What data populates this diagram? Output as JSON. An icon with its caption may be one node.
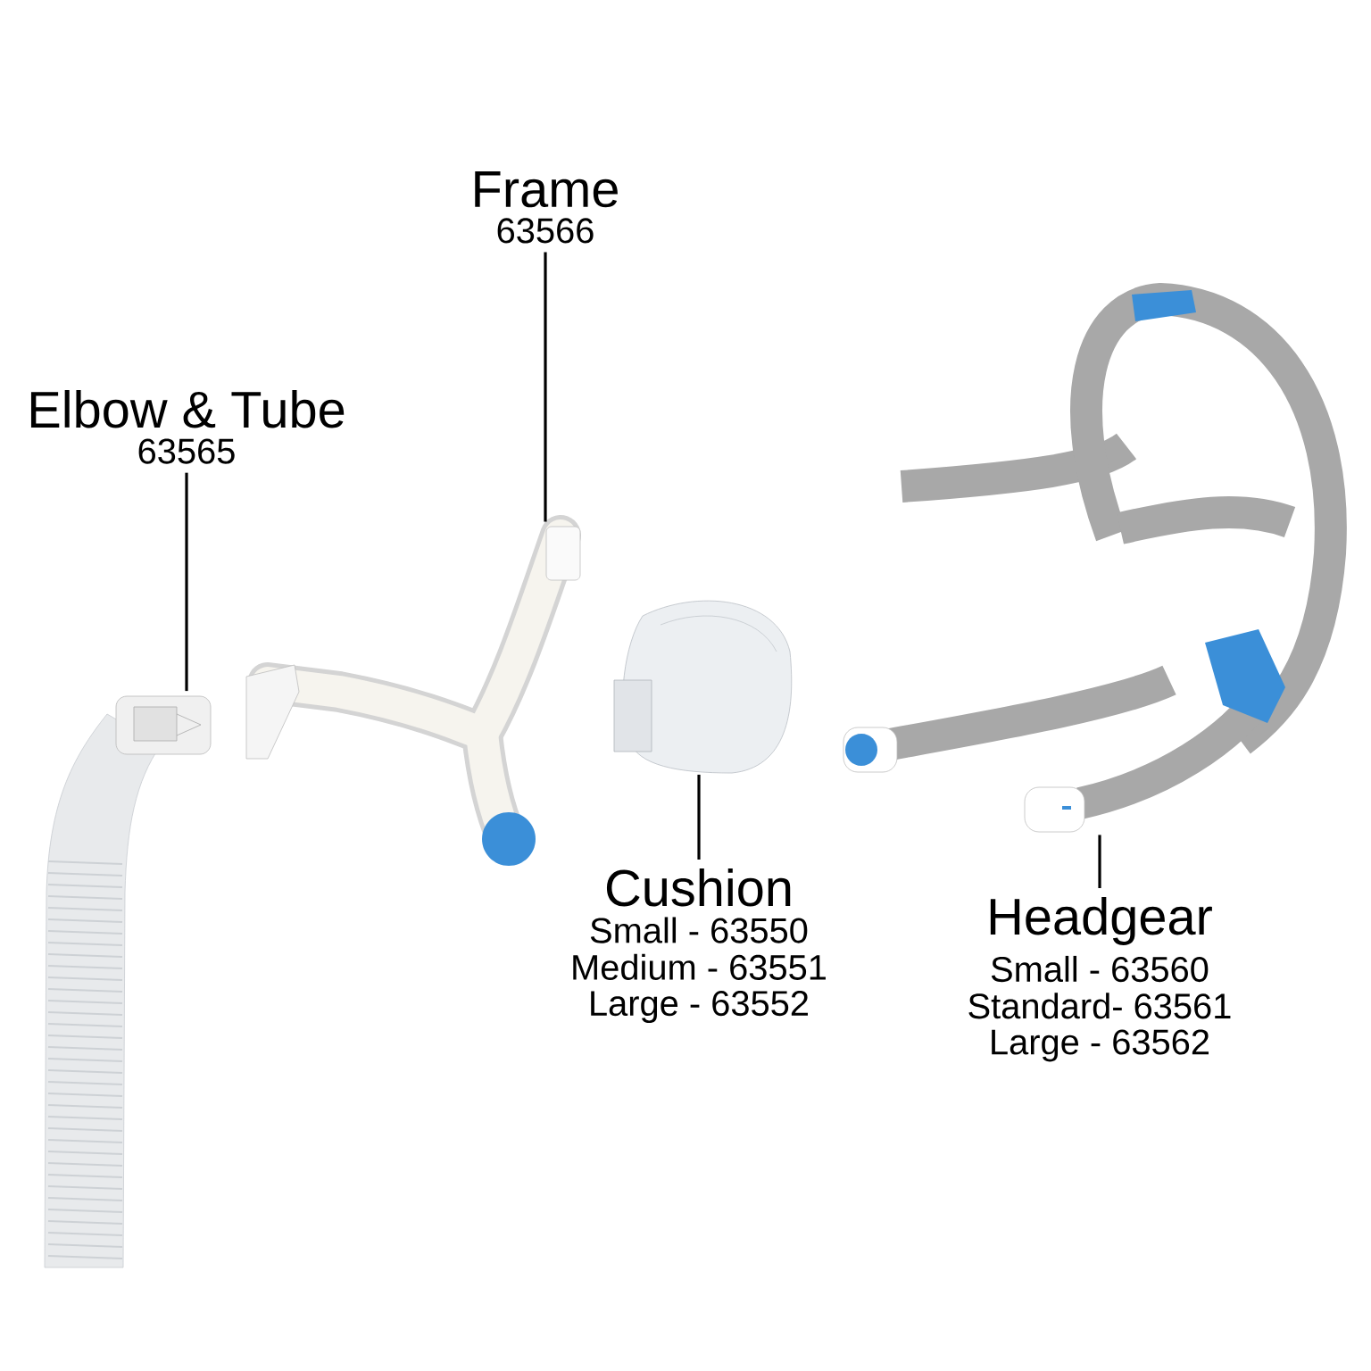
{
  "diagram": {
    "nodes": [
      {
        "text": [
          "Frame",
          "63566"
        ]
      },
      {
        "text": [
          "Elbow & Tube",
          "63565"
        ]
      },
      {
        "text": [
          "Cushion",
          "Small - 63550",
          "Medium - 63551",
          "Large - 63552"
        ]
      },
      {
        "text": [
          "Headgear",
          "Small - 63560",
          "Standard- 63561",
          "Large - 63562"
        ]
      },
      {
        "text": [],
        "shape": "picture"
      },
      {
        "text": [],
        "shape": "picture"
      },
      {
        "text": [],
        "shape": "picture"
      },
      {
        "text": [],
        "shape": "picture"
      }
    ],
    "edges": [
      {
        "from": 0,
        "to": 5,
        "arrow": "none"
      },
      {
        "from": 1,
        "to": 4,
        "arrow": "none"
      },
      {
        "from": 2,
        "to": 6,
        "arrow": "none"
      },
      {
        "from": 3,
        "to": 7,
        "arrow": "none"
      }
    ]
  }
}
